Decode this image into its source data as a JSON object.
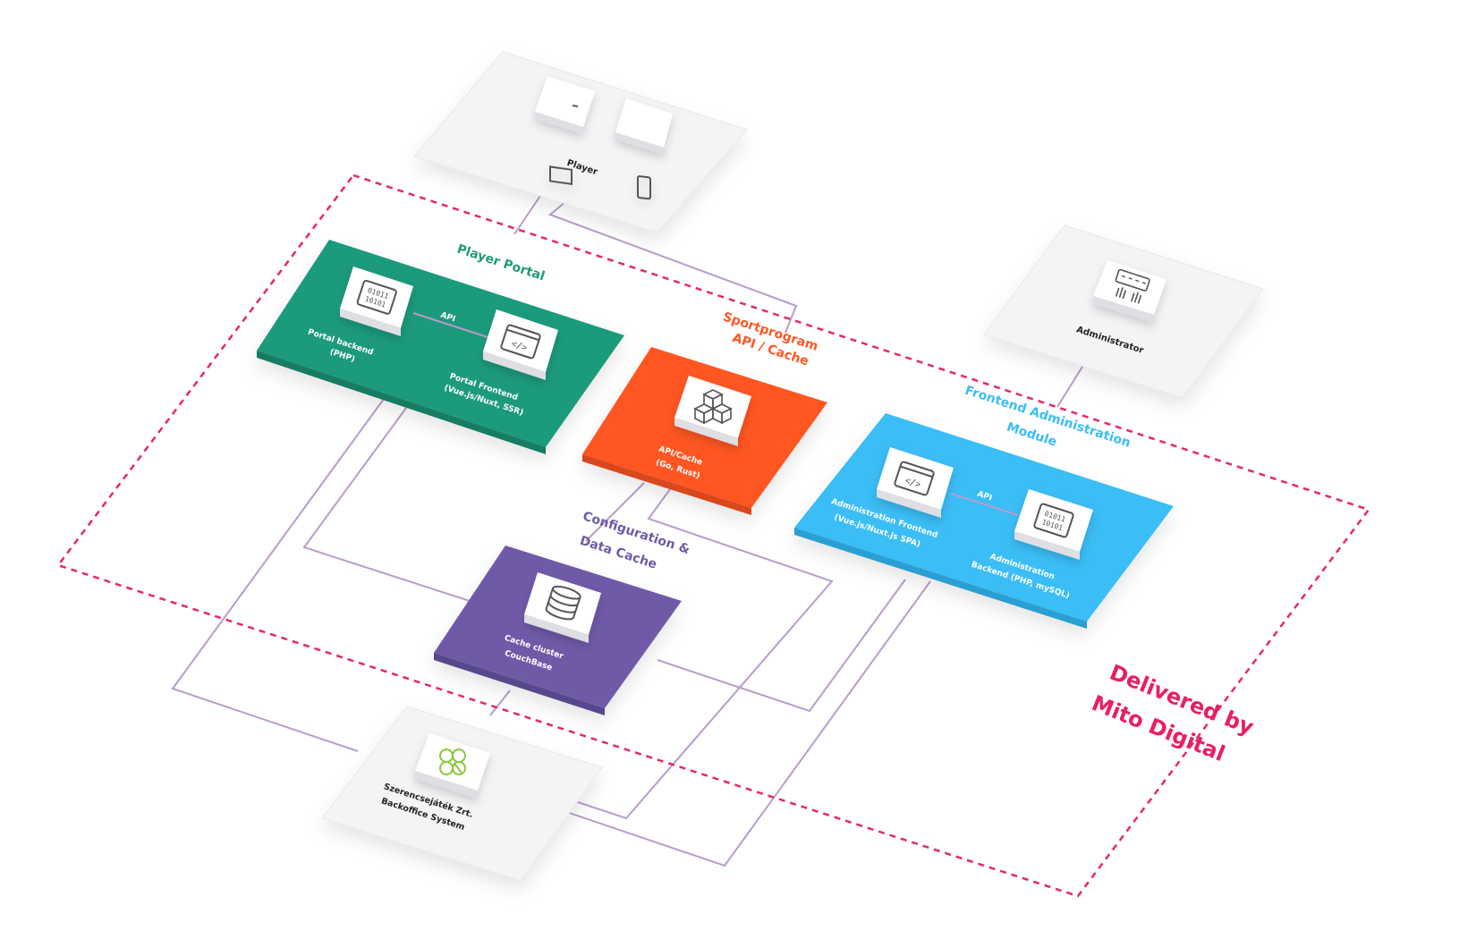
{
  "player": {
    "label": "Player",
    "icons": [
      "desktop-monitor-icon",
      "smartphone-icon"
    ]
  },
  "player_portal": {
    "title": "Player Portal",
    "color": "#1f9a7b",
    "title_color": "#1f9a7b",
    "backend_label_line1": "Portal backend",
    "backend_label_line2": "(PHP)",
    "frontend_label_line1": "Portal Frontend",
    "frontend_label_line2": "(Vue.js/Nuxt, SSR)",
    "api_label": "API",
    "backend_icon": "binary-code-icon",
    "frontend_icon": "code-window-icon"
  },
  "sportprogram": {
    "title_line1": "Sportprogram",
    "title_line2": "API / Cache",
    "color": "#ff5722",
    "title_color": "#ff5722",
    "label_line1": "API/Cache",
    "label_line2": "(Go, Rust)",
    "icon": "cubes-icon"
  },
  "administrator": {
    "label": "Administrator",
    "icon": "keyboard-hands-icon"
  },
  "frontend_admin": {
    "title_line1": "Frontend Administration",
    "title_line2": "Module",
    "color": "#3bbdf5",
    "title_color": "#3bbdf5",
    "frontend_label_line1": "Administration Frontend",
    "frontend_label_line2": "(Vue.js/Nuxt.js SPA)",
    "backend_label_line1": "Administration",
    "backend_label_line2": "Backend (PHP, mySQL)",
    "api_label": "API",
    "frontend_icon": "code-window-icon",
    "backend_icon": "binary-code-icon"
  },
  "config_cache": {
    "title_line1": "Configuration &",
    "title_line2": "Data Cache",
    "color": "#6f5aa8",
    "title_color": "#6f5aa8",
    "label_line1": "Cache cluster",
    "label_line2": "CouchBase",
    "icon": "database-icon"
  },
  "backoffice": {
    "label_line1": "Szerencsejáték Zrt.",
    "label_line2": "Backoffice System",
    "icon": "clover-icon"
  },
  "delivered": {
    "line1": "Delivered by",
    "line2": "Mito Digital",
    "color": "#e91e63"
  },
  "connector_color": "#b89ccc",
  "border_color": "#e8266a"
}
